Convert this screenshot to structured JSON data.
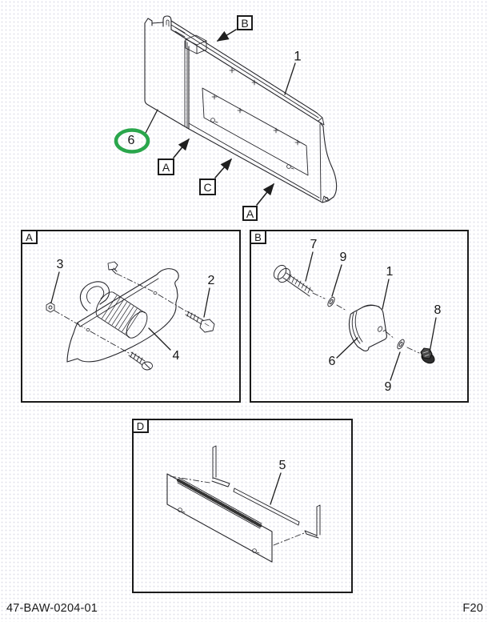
{
  "colors": {
    "highlight_green": "#2aa64c",
    "ink": "#24242a"
  },
  "footer": {
    "doc_number": "47-BAW-0204-01",
    "page_code": "F20"
  },
  "main_figure": {
    "tags": [
      {
        "label": "B"
      },
      {
        "label": "A"
      },
      {
        "label": "C"
      },
      {
        "label": "A"
      }
    ],
    "callouts": [
      {
        "label": "1",
        "highlighted": false
      },
      {
        "label": "6",
        "highlighted": true
      }
    ]
  },
  "detail_boxes": [
    {
      "tag": "A",
      "callouts": [
        {
          "label": "3"
        },
        {
          "label": "2"
        },
        {
          "label": "4"
        }
      ]
    },
    {
      "tag": "B",
      "callouts": [
        {
          "label": "7"
        },
        {
          "label": "9"
        },
        {
          "label": "1"
        },
        {
          "label": "6"
        },
        {
          "label": "9"
        },
        {
          "label": "8"
        }
      ]
    },
    {
      "tag": "D",
      "callouts": [
        {
          "label": "5"
        }
      ]
    }
  ]
}
